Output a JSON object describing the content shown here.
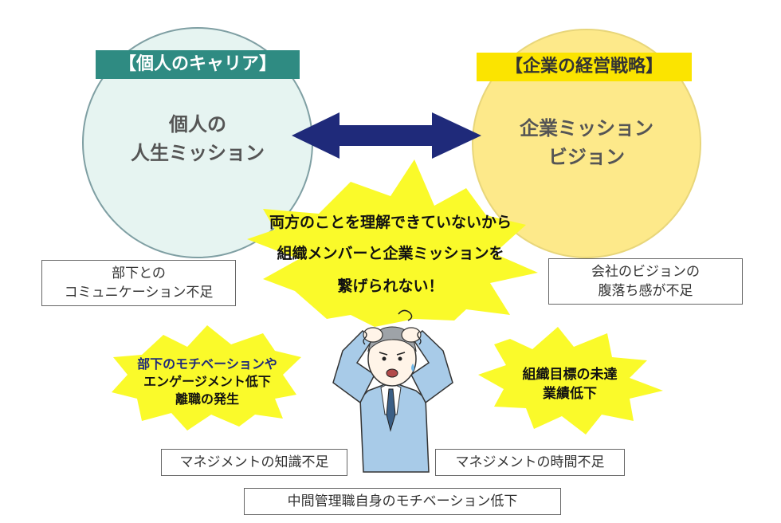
{
  "left": {
    "tag": "【個人のキャリア】",
    "circle_line1": "個人の",
    "circle_line2": "人生ミッション"
  },
  "right": {
    "tag": "【企業の経営戦略】",
    "circle_line1": "企業ミッション",
    "circle_line2": "ビジョン"
  },
  "center_burst": {
    "line1": "両方のことを理解できていないから",
    "line2": "組織メンバーと企業ミッションを",
    "line3": "繋げられない！"
  },
  "boxes": {
    "communication": {
      "line1": "部下との",
      "line2": "コミュニケーション不足"
    },
    "vision": {
      "line1": "会社のビジョンの",
      "line2": "腹落ち感が不足"
    },
    "knowledge": "マネジメントの知識不足",
    "time": "マネジメントの時間不足",
    "middle_mgmt": "中間管理職自身のモチベーション低下"
  },
  "left_burst": {
    "line1": "部下のモチベーションや",
    "line2": "エンゲージメント低下",
    "line3": "離職の発生"
  },
  "right_burst": {
    "line1": "組織目標の未達",
    "line2": "業績低下"
  },
  "colors": {
    "teal": "#2f8b82",
    "yellow_tag": "#fbe400",
    "arrow": "#1f2a7a",
    "burst": "#fafa2a",
    "left_burst_text": "#1f2a7a"
  }
}
